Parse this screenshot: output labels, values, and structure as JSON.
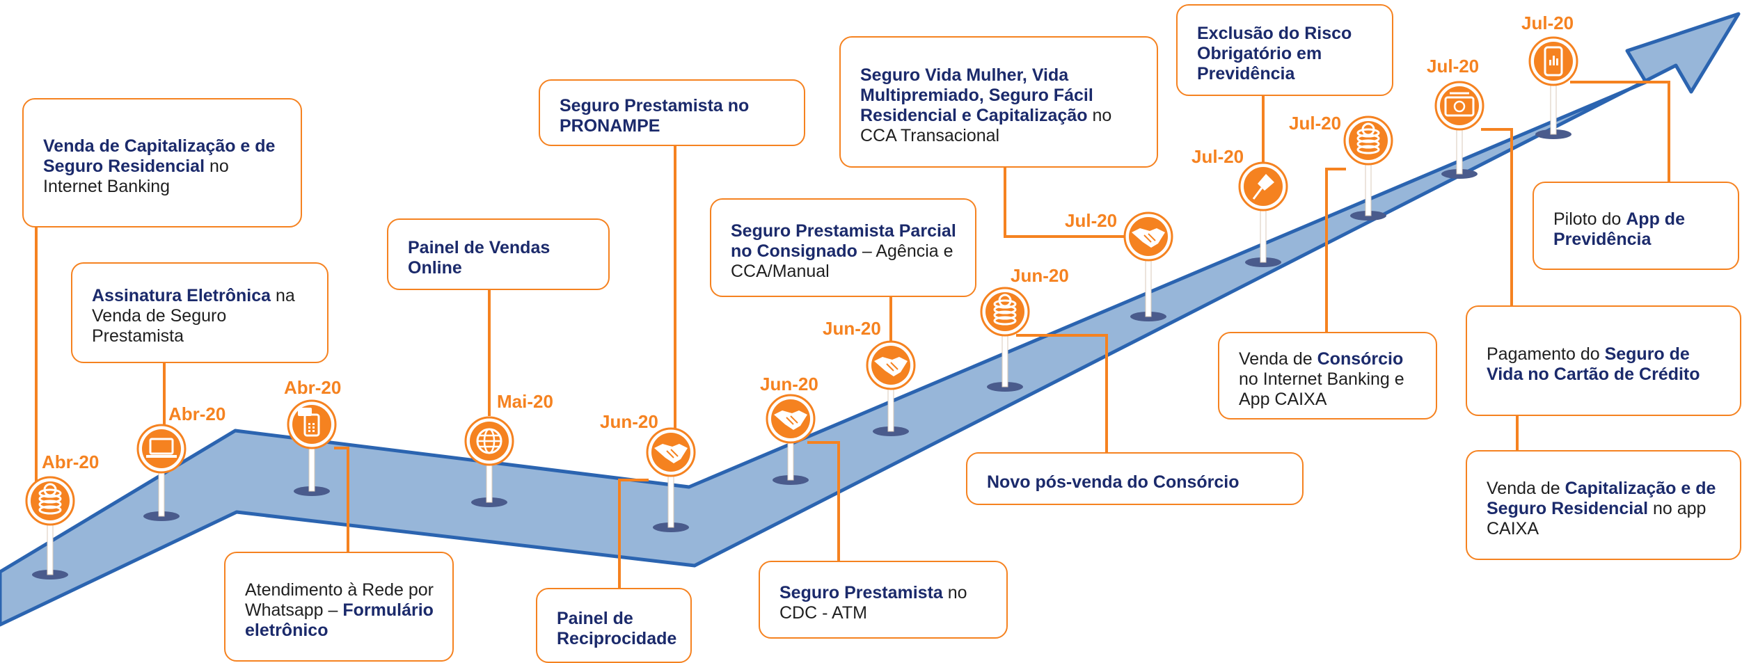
{
  "colors": {
    "accent": "#f58220",
    "arrow_fill": "#97b6d9",
    "arrow_stroke": "#2b64b0",
    "bold_text": "#1b2a6b",
    "base_ellipse": "#4a5b8c"
  },
  "milestones": [
    {
      "date": "Abr-20",
      "icon": "coins-icon",
      "parts": [
        {
          "t": "Venda de Capitalização e de Seguro Residencial",
          "b": true
        },
        {
          "t": " no Internet Banking",
          "b": false
        }
      ]
    },
    {
      "date": "Abr-20",
      "icon": "laptop-icon",
      "parts": [
        {
          "t": "Assinatura Eletrônica",
          "b": true
        },
        {
          "t": " na Venda de Seguro Prestamista",
          "b": false
        }
      ]
    },
    {
      "date": "Abr-20",
      "icon": "sms-phone-icon",
      "parts": [
        {
          "t": "Atendimento à Rede por Whatsapp – ",
          "b": false
        },
        {
          "t": "Formulário eletrônico",
          "b": true
        }
      ]
    },
    {
      "date": "Mai-20",
      "icon": "globe-icon",
      "parts": [
        {
          "t": "Painel de Vendas Online",
          "b": true
        }
      ]
    },
    {
      "date": "Jun-20",
      "icon": "handshake-icon",
      "parts": [
        {
          "t": "Seguro Prestamista no PRONAMPE",
          "b": true
        }
      ]
    },
    {
      "date": "",
      "icon": "",
      "parts": [
        {
          "t": "Painel de Reciprocidade",
          "b": true
        }
      ]
    },
    {
      "date": "Jun-20",
      "icon": "handshake-icon",
      "parts": [
        {
          "t": "Seguro Prestamista",
          "b": true
        },
        {
          "t": " no CDC - ATM",
          "b": false
        }
      ]
    },
    {
      "date": "Jun-20",
      "icon": "handshake-icon",
      "parts": [
        {
          "t": "Seguro Prestamista Parcial no Consignado",
          "b": true
        },
        {
          "t": " – Agência e CCA/Manual",
          "b": false
        }
      ]
    },
    {
      "date": "Jun-20",
      "icon": "coins-icon",
      "parts": [
        {
          "t": "Novo pós-venda do Consórcio",
          "b": true
        }
      ]
    },
    {
      "date": "Jul-20",
      "icon": "handshake-icon",
      "parts": [
        {
          "t": "Seguro Vida Mulher, Vida Multipremiado, Seguro Fácil Residencial e Capitalização",
          "b": true
        },
        {
          "t": " no CCA Transacional",
          "b": false
        }
      ]
    },
    {
      "date": "Jul-20",
      "icon": "pushpin-icon",
      "parts": [
        {
          "t": "Exclusão do Risco Obrigatório em Previdência",
          "b": true
        }
      ]
    },
    {
      "date": "Jul-20",
      "icon": "coins-icon",
      "parts": [
        {
          "t": "Venda de ",
          "b": false
        },
        {
          "t": "Consórcio",
          "b": true
        },
        {
          "t": " no Internet Banking e App CAIXA",
          "b": false
        }
      ]
    },
    {
      "date": "Jul-20",
      "icon": "money-card-icon",
      "parts": [
        {
          "t": "Pagamento do ",
          "b": false
        },
        {
          "t": "Seguro de Vida no Cartão de Crédito",
          "b": true
        }
      ]
    },
    {
      "date": "",
      "icon": "",
      "parts": [
        {
          "t": "Venda de ",
          "b": false
        },
        {
          "t": "Capitalização e de Seguro Residencial",
          "b": true
        },
        {
          "t": " no app CAIXA",
          "b": false
        }
      ]
    },
    {
      "date": "Jul-20",
      "icon": "mobile-chart-icon",
      "parts": [
        {
          "t": "Piloto do ",
          "b": false
        },
        {
          "t": "App de Previdência",
          "b": true
        }
      ]
    }
  ]
}
